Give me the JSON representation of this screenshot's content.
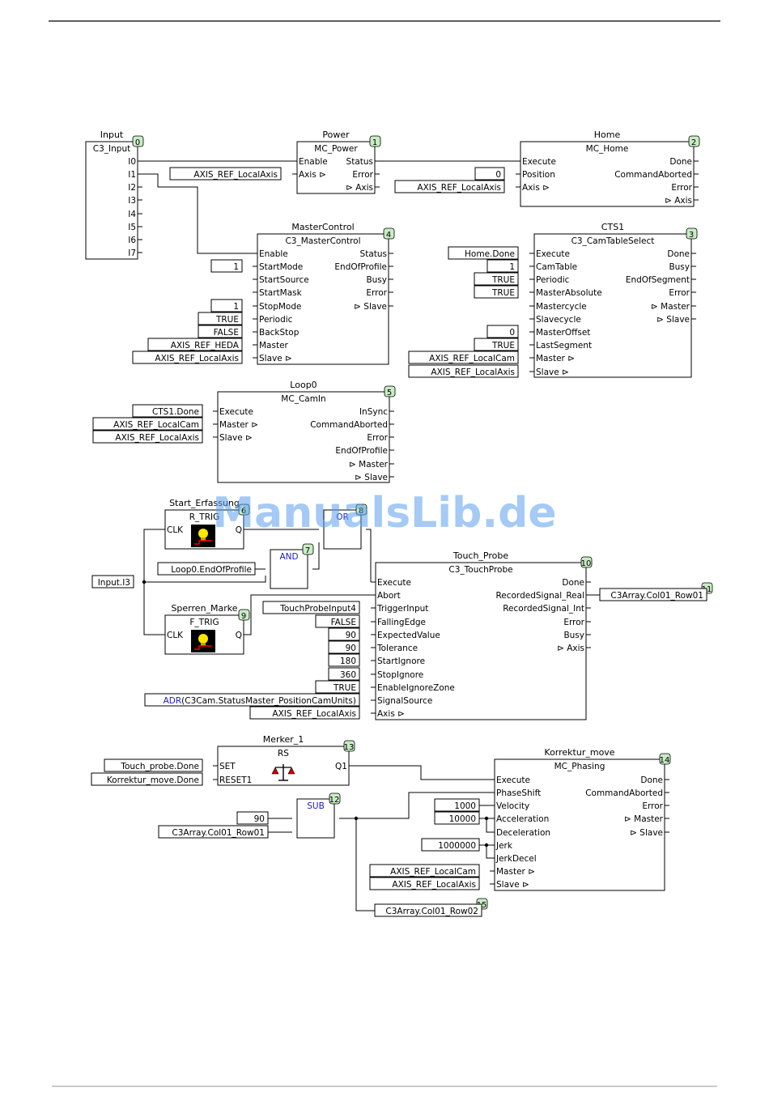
{
  "watermark": "ManualsLib.de",
  "blocks": [
    {
      "id": "input",
      "title": "Input",
      "type": "C3_Input",
      "num": "0",
      "inputs": [],
      "outputs": [
        "I0",
        "I1",
        "I2",
        "I3",
        "I4",
        "I5",
        "I6",
        "I7"
      ]
    },
    {
      "id": "power",
      "title": "Power",
      "type": "MC_Power",
      "num": "1",
      "inputs": [
        "Enable",
        "Axis ⊳"
      ],
      "outputs": [
        "Status",
        "Error",
        "⊳ Axis"
      ]
    },
    {
      "id": "home",
      "title": "Home",
      "type": "MC_Home",
      "num": "2",
      "inputs": [
        "Execute",
        "Position",
        "Axis ⊳"
      ],
      "outputs": [
        "Done",
        "CommandAborted",
        "Error",
        "⊳ Axis"
      ]
    },
    {
      "id": "mastercontrol",
      "title": "MasterControl",
      "type": "C3_MasterControl",
      "num": "4",
      "inputs": [
        "Enable",
        "StartMode",
        "StartSource",
        "StartMask",
        "StopMode",
        "Periodic",
        "BackStop",
        "Master",
        "Slave ⊳"
      ],
      "outputs": [
        "Status",
        "EndOfProfile",
        "Busy",
        "Error",
        "⊳ Slave"
      ]
    },
    {
      "id": "cts1",
      "title": "CTS1",
      "type": "C3_CamTableSelect",
      "num": "3",
      "inputs": [
        "Execute",
        "CamTable",
        "Periodic",
        "MasterAbsolute",
        "Mastercycle",
        "Slavecycle",
        "MasterOffset",
        "LastSegment",
        "Master ⊳",
        "Slave ⊳"
      ],
      "outputs": [
        "Done",
        "Busy",
        "EndOfSegment",
        "Error",
        "⊳ Master",
        "⊳ Slave"
      ]
    },
    {
      "id": "loop0",
      "title": "Loop0",
      "type": "MC_CamIn",
      "num": "5",
      "inputs": [
        "Execute",
        "Master ⊳",
        "Slave ⊳"
      ],
      "outputs": [
        "InSync",
        "CommandAborted",
        "Error",
        "EndOfProfile",
        "⊳ Master",
        "⊳ Slave"
      ]
    },
    {
      "id": "start",
      "title": "Start_Erfassung",
      "type": "R_TRIG",
      "num": "6",
      "inputs": [
        "CLK"
      ],
      "outputs": [
        "Q"
      ]
    },
    {
      "id": "sperren",
      "title": "Sperren_Marke",
      "type": "F_TRIG",
      "num": "9",
      "inputs": [
        "CLK"
      ],
      "outputs": [
        "Q"
      ]
    },
    {
      "id": "touch",
      "title": "Touch_Probe",
      "type": "C3_TouchProbe",
      "num": "10",
      "inputs": [
        "Execute",
        "Abort",
        "TriggerInput",
        "FallingEdge",
        "ExpectedValue",
        "Tolerance",
        "StartIgnore",
        "StopIgnore",
        "EnableIgnoreZone",
        "SignalSource",
        "Axis ⊳"
      ],
      "outputs": [
        "Done",
        "RecordedSignal_Real",
        "RecordedSignal_Int",
        "Error",
        "Busy",
        "⊳ Axis"
      ]
    },
    {
      "id": "merker",
      "title": "Merker_1",
      "type": "RS",
      "num": "13",
      "inputs": [
        "SET",
        "RESET1"
      ],
      "outputs": [
        "Q1"
      ]
    },
    {
      "id": "korrektur",
      "title": "Korrektur_move",
      "type": "MC_Phasing",
      "num": "14",
      "inputs": [
        "Execute",
        "PhaseShift",
        "Velocity",
        "Acceleration",
        "Deceleration",
        "Jerk",
        "JerkDecel",
        "Master ⊳",
        "Slave ⊳"
      ],
      "outputs": [
        "Done",
        "CommandAborted",
        "Error",
        "⊳ Master",
        "⊳ Slave"
      ]
    }
  ],
  "operators": [
    {
      "id": "or",
      "type": "OR",
      "num": "8"
    },
    {
      "id": "and",
      "type": "AND",
      "num": "7"
    },
    {
      "id": "sub",
      "type": "SUB",
      "num": "12"
    }
  ],
  "constants": [
    {
      "id": "c_power_axis",
      "text": "AXIS_REF_LocalAxis",
      "color": "#000000"
    },
    {
      "id": "c_home_pos",
      "text": "0",
      "color": "#000000"
    },
    {
      "id": "c_home_axis",
      "text": "AXIS_REF_LocalAxis",
      "color": "#000000"
    },
    {
      "id": "c_mc_startmode",
      "text": "1",
      "color": "#000000"
    },
    {
      "id": "c_mc_stopmode",
      "text": "1",
      "color": "#000000"
    },
    {
      "id": "c_mc_periodic",
      "text": "TRUE",
      "color": "#cc00cc"
    },
    {
      "id": "c_mc_backstop",
      "text": "FALSE",
      "color": "#cc00cc"
    },
    {
      "id": "c_mc_master",
      "text": "AXIS_REF_HEDA",
      "color": "#000000"
    },
    {
      "id": "c_mc_slave",
      "text": "AXIS_REF_LocalAxis",
      "color": "#000000"
    },
    {
      "id": "c_cts_exec",
      "text": "Home.Done",
      "color": "#000000"
    },
    {
      "id": "c_cts_camtable",
      "text": "1",
      "color": "#000000"
    },
    {
      "id": "c_cts_periodic",
      "text": "TRUE",
      "color": "#cc00cc"
    },
    {
      "id": "c_cts_masterabs",
      "text": "TRUE",
      "color": "#cc00cc"
    },
    {
      "id": "c_cts_offset",
      "text": "0",
      "color": "#000000"
    },
    {
      "id": "c_cts_lastseg",
      "text": "TRUE",
      "color": "#cc00cc"
    },
    {
      "id": "c_cts_master",
      "text": "AXIS_REF_LocalCam",
      "color": "#000000"
    },
    {
      "id": "c_cts_slave",
      "text": "AXIS_REF_LocalAxis",
      "color": "#000000"
    },
    {
      "id": "c_loop_exec",
      "text": "CTS1.Done",
      "color": "#000000"
    },
    {
      "id": "c_loop_master",
      "text": "AXIS_REF_LocalCam",
      "color": "#000000"
    },
    {
      "id": "c_loop_slave",
      "text": "AXIS_REF_LocalAxis",
      "color": "#000000"
    },
    {
      "id": "c_loop_eop",
      "text": "Loop0.EndOfProfile",
      "color": "#000000"
    },
    {
      "id": "c_input_i3",
      "text": "Input.I3",
      "color": "#000000"
    },
    {
      "id": "c_tp_trigger",
      "text": "TouchProbeInput4",
      "color": "#000000"
    },
    {
      "id": "c_tp_falling",
      "text": "FALSE",
      "color": "#cc00cc"
    },
    {
      "id": "c_tp_expected",
      "text": "90",
      "color": "#000000"
    },
    {
      "id": "c_tp_tolerance",
      "text": "90",
      "color": "#000000"
    },
    {
      "id": "c_tp_startign",
      "text": "180",
      "color": "#000000"
    },
    {
      "id": "c_tp_stopign",
      "text": "360",
      "color": "#000000"
    },
    {
      "id": "c_tp_enable",
      "text": "TRUE",
      "color": "#cc00cc"
    },
    {
      "id": "c_tp_axis",
      "text": "AXIS_REF_LocalAxis",
      "color": "#000000"
    },
    {
      "id": "c_tp_out",
      "text": "C3Array.Col01_Row01",
      "color": "#000000"
    },
    {
      "id": "c_rs_set",
      "text": "Touch_probe.Done",
      "color": "#000000"
    },
    {
      "id": "c_rs_reset",
      "text": "Korrektur_move.Done",
      "color": "#000000"
    },
    {
      "id": "c_sub_a",
      "text": "90",
      "color": "#000000"
    },
    {
      "id": "c_sub_b",
      "text": "C3Array.Col01_Row01",
      "color": "#000000"
    },
    {
      "id": "c_ph_vel",
      "text": "1000",
      "color": "#000000"
    },
    {
      "id": "c_ph_acc",
      "text": "10000",
      "color": "#000000"
    },
    {
      "id": "c_ph_jerk",
      "text": "1000000",
      "color": "#000000"
    },
    {
      "id": "c_ph_master",
      "text": "AXIS_REF_LocalCam",
      "color": "#000000"
    },
    {
      "id": "c_ph_slave",
      "text": "AXIS_REF_LocalAxis",
      "color": "#000000"
    },
    {
      "id": "c_out15",
      "text": "C3Array.Col01_Row02",
      "color": "#000000"
    }
  ],
  "signal_source": {
    "prefix": "ADR",
    "rest": "(C3Cam.StatusMaster_PositionCamUnits)",
    "prefix_color": "#1a1ad0"
  },
  "output_num": {
    "row01": "11",
    "row02": "15"
  }
}
